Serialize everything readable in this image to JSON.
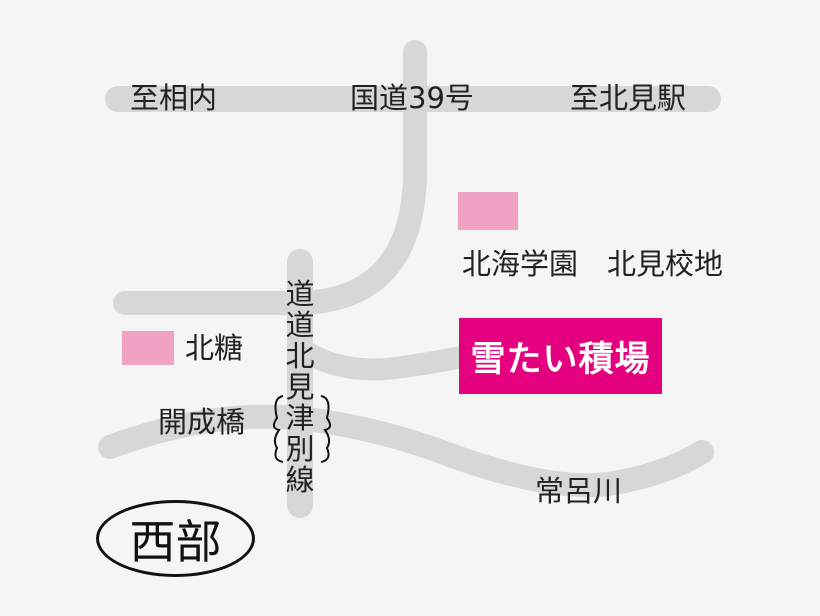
{
  "colors": {
    "background": "#f5f5f5",
    "road": "#d7d7d7",
    "school_marker": "#f0a2c4",
    "site_marker": "#e4007f",
    "text": "#222222"
  },
  "labels": {
    "to_aikappu": "至相内",
    "national_route": "国道39号",
    "to_kitami_station": "至北見駅",
    "hokkai_gakuen": "北海学園　北見校地",
    "hokuto": "北糖",
    "kaisei_bridge": "開成橋",
    "tsunetoro_river": "常呂川",
    "prefectural_road": "道道北見津別線"
  },
  "snow_site": {
    "label": "雪たい積場"
  },
  "district": {
    "label": "西部"
  }
}
